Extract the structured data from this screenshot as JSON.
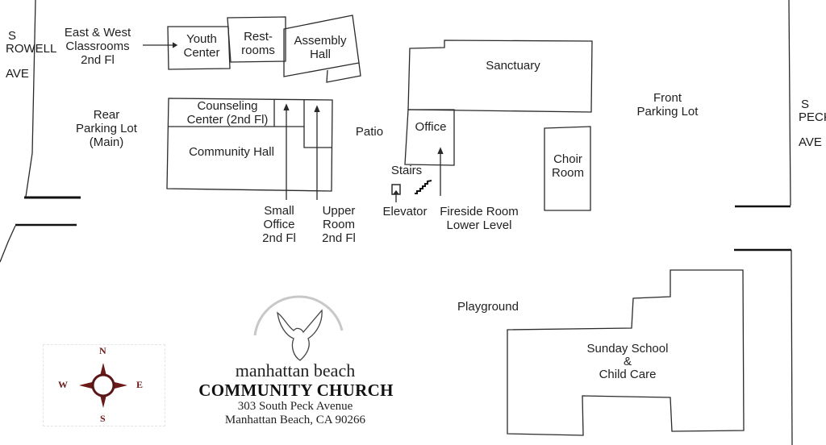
{
  "map": {
    "title": "Manhattan Beach Community Church Campus Map",
    "streets": {
      "west": "S\nROWELL\n\nAVE",
      "east": "S\nPECK\n\nAVE"
    },
    "buildings": {
      "youth_center": "Youth\nCenter",
      "restrooms": "Rest-\nrooms",
      "assembly_hall": "Assembly\nHall",
      "counseling_center": "Counseling\nCenter (2nd Fl)",
      "community_hall": "Community Hall",
      "sanctuary": "Sanctuary",
      "office": "Office",
      "choir_room": "Choir\nRoom",
      "sunday_school": "Sunday School\n&\nChild Care"
    },
    "areas": {
      "east_west_classrooms": "East & West\nClassrooms\n2nd Fl",
      "rear_parking": "Rear\nParking Lot\n(Main)",
      "patio": "Patio",
      "front_parking": "Front\nParking Lot",
      "playground": "Playground",
      "stairs": "Stairs",
      "small_office": "Small\nOffice\n2nd Fl",
      "upper_room": "Upper\nRoom\n2nd Fl",
      "elevator": "Elevator",
      "fireside_room": "Fireside Room\nLower Level"
    },
    "compass": {
      "n": "N",
      "s": "S",
      "e": "E",
      "w": "W",
      "accent": "#6b1a1a"
    },
    "church": {
      "name_line1": "manhattan beach",
      "name_line2": "COMMUNITY CHURCH",
      "address_line1": "303 South Peck Avenue",
      "address_line2": "Manhattan Beach, CA 90266"
    }
  }
}
